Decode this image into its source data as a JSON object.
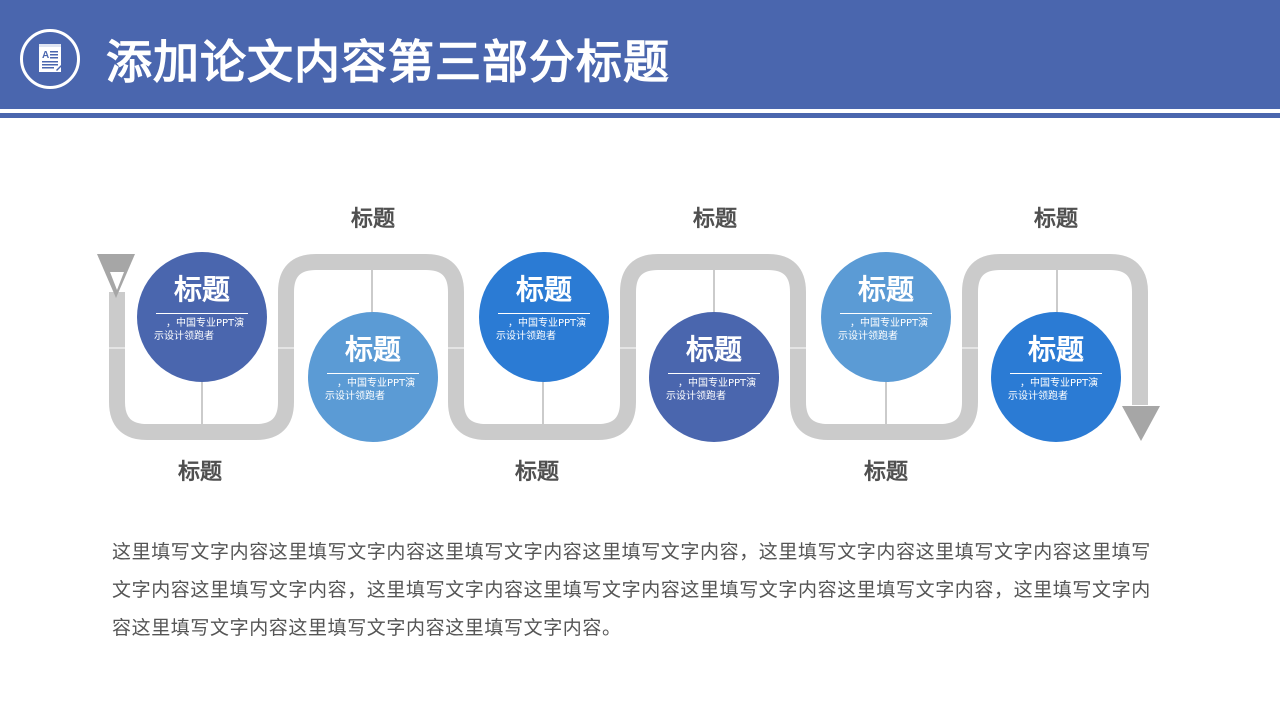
{
  "header": {
    "title": "添加论文内容第三部分标题",
    "icon": "document-edit-icon",
    "background_color": "#4a66ae"
  },
  "flow": {
    "path_color": "#cbcbcb",
    "arrow_color": "#a6a6a6",
    "steps": [
      {
        "title": "标题",
        "desc": "，中国专业PPT演示设计领跑者",
        "color": "#4a66ae",
        "position": "top"
      },
      {
        "title": "标题",
        "desc": "，中国专业PPT演示设计领跑者",
        "color": "#5b9bd5",
        "position": "bottom"
      },
      {
        "title": "标题",
        "desc": "，中国专业PPT演示设计领跑者",
        "color": "#2b7bd4",
        "position": "top"
      },
      {
        "title": "标题",
        "desc": "，中国专业PPT演示设计领跑者",
        "color": "#4a66ae",
        "position": "bottom"
      },
      {
        "title": "标题",
        "desc": "，中国专业PPT演示设计领跑者",
        "color": "#5b9bd5",
        "position": "top"
      },
      {
        "title": "标题",
        "desc": "，中国专业PPT演示设计领跑者",
        "color": "#2b7bd4",
        "position": "bottom"
      }
    ],
    "top_labels": [
      "标题",
      "标题",
      "标题"
    ],
    "bottom_labels": [
      "标题",
      "标题",
      "标题"
    ]
  },
  "body": {
    "text": "这里填写文字内容这里填写文字内容这里填写文字内容这里填写文字内容，这里填写文字内容这里填写文字内容这里填写文字内容这里填写文字内容，这里填写文字内容这里填写文字内容这里填写文字内容这里填写文字内容，这里填写文字内容这里填写文字内容这里填写文字内容这里填写文字内容。"
  }
}
